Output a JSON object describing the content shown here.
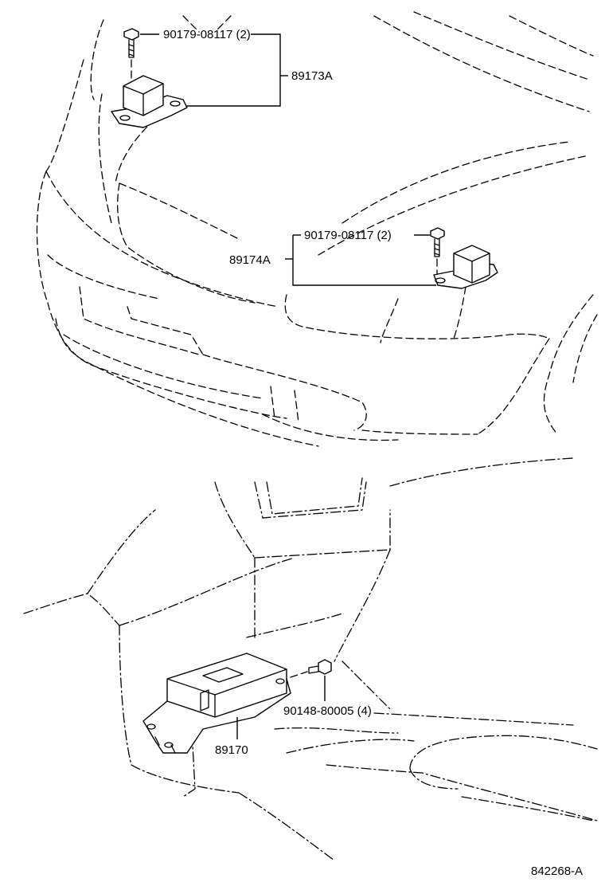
{
  "callouts": {
    "bolt_upper": "90179-08117 (2)",
    "sensor_right": "89173A",
    "bolt_middle": "90179-08117 (2)",
    "sensor_left": "89174A",
    "bolt_lower": "90148-80005 (4)",
    "airbag_ecu": "89170"
  },
  "drawing_number": "842268-A"
}
